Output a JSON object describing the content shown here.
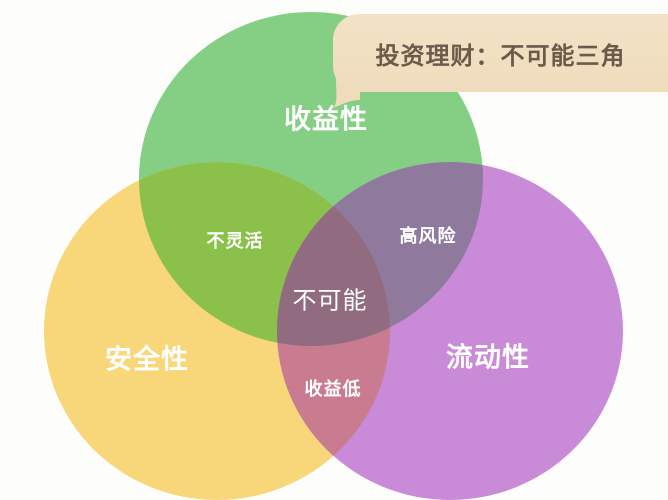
{
  "title": "投资理财：不可能三角",
  "colors": {
    "background": "#fdfdfb",
    "green_circle": "#7fcf7c",
    "yellow_circle": "#f8d675",
    "purple_circle": "#c683d6",
    "green_yellow_overlap": "#8bc14b",
    "green_purple_overlap": "#8e7a9e",
    "yellow_purple_overlap": "#c9788e",
    "center_overlap": "#8f6a7f",
    "callout_bg": "#f1dfc2",
    "callout_text": "#6e5a4a",
    "label_text": "#ffffff"
  },
  "circles": [
    {
      "id": "yield",
      "label": "收益性"
    },
    {
      "id": "safety",
      "label": "安全性"
    },
    {
      "id": "liquidity",
      "label": "流动性"
    }
  ],
  "overlaps": {
    "yield_safety": "不灵活",
    "yield_liquidity": "高风险",
    "safety_liquidity": "收益低",
    "all_three": "不可能"
  }
}
